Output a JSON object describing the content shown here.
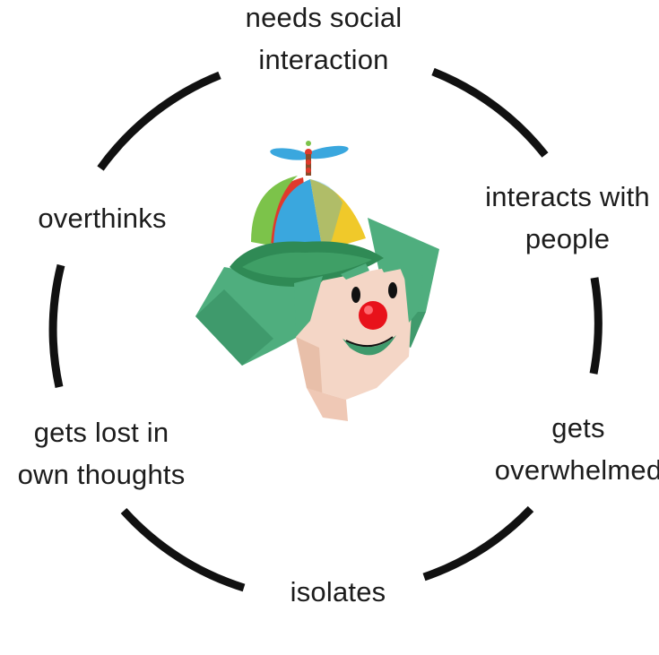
{
  "diagram": {
    "stages": [
      {
        "lines": [
          "needs social",
          "interaction"
        ]
      },
      {
        "lines": [
          "interacts with",
          "people"
        ]
      },
      {
        "lines": [
          "gets",
          "overwhelmed"
        ]
      },
      {
        "lines": [
          "isolates"
        ]
      },
      {
        "lines": [
          "gets lost in",
          "own thoughts"
        ]
      },
      {
        "lines": [
          "overthinks"
        ]
      }
    ],
    "center_image": "propeller-hat-clown-character",
    "colors": {
      "background": "#ffffff",
      "text": "#1c1c1c",
      "arrow": "#111111",
      "hair": "#4fae7e",
      "face": "#f4d6c6",
      "nose": "#e8121b",
      "cap_blue": "#3aa7de",
      "cap_yellow": "#f0c92a",
      "cap_red": "#e03a2c",
      "cap_green": "#7cc34a",
      "brim": "#2f8a55"
    }
  }
}
